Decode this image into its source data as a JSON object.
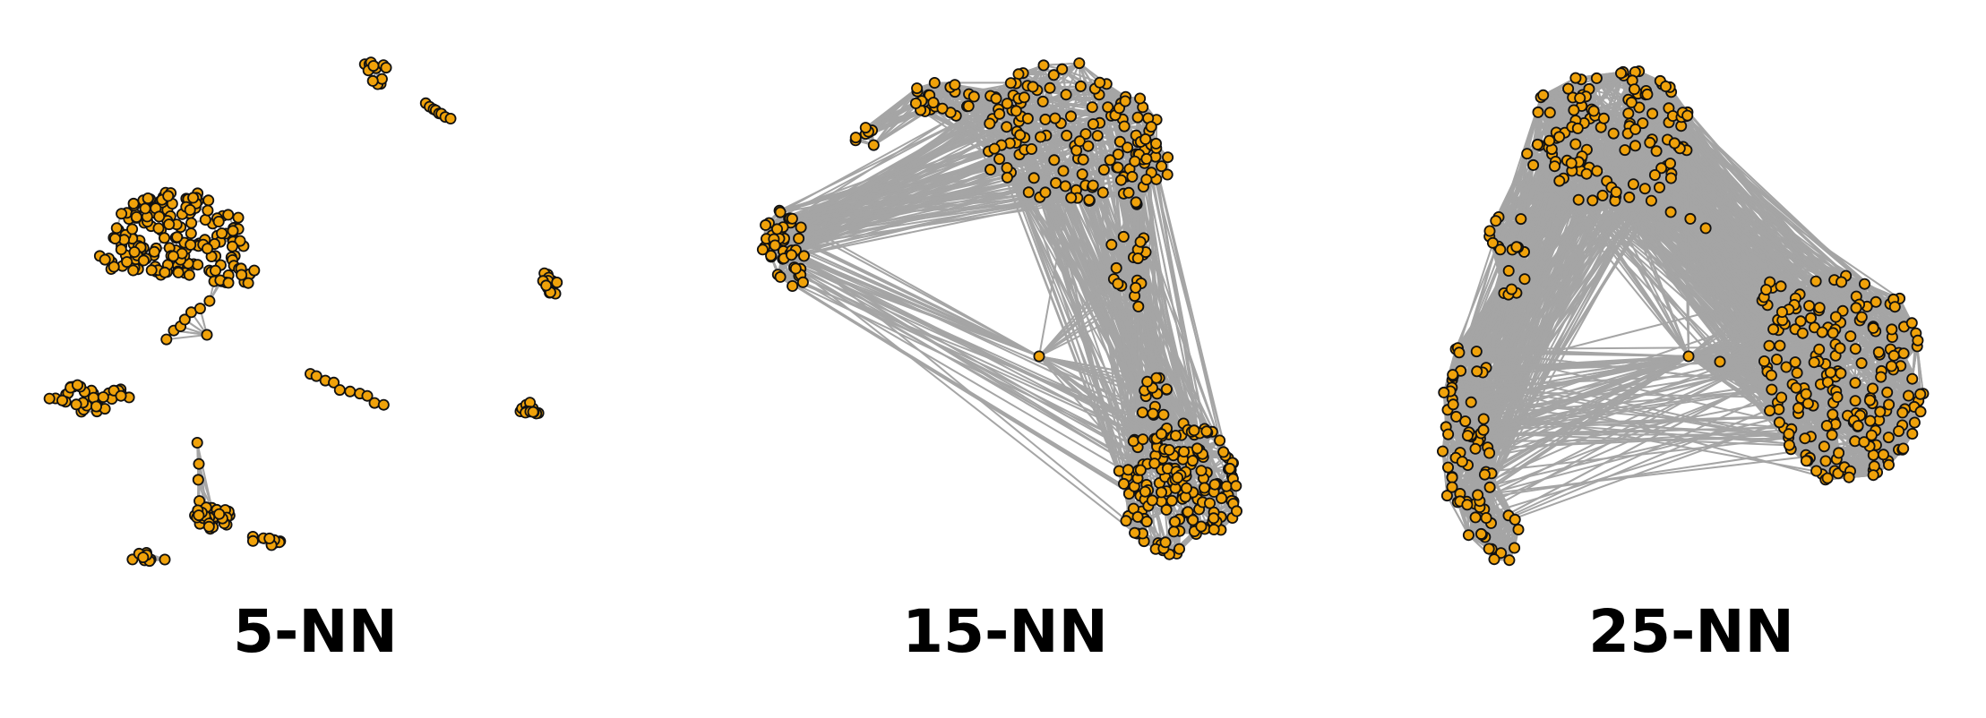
{
  "panels": [
    {
      "label": "5-NN"
    },
    {
      "label": "15-NN"
    },
    {
      "label": "25-NN"
    }
  ],
  "colors": {
    "node_fill": "#f0a20a",
    "node_stroke": "#111111",
    "edge": "#a5a5a5",
    "background": "#ffffff",
    "label": "#000000"
  }
}
